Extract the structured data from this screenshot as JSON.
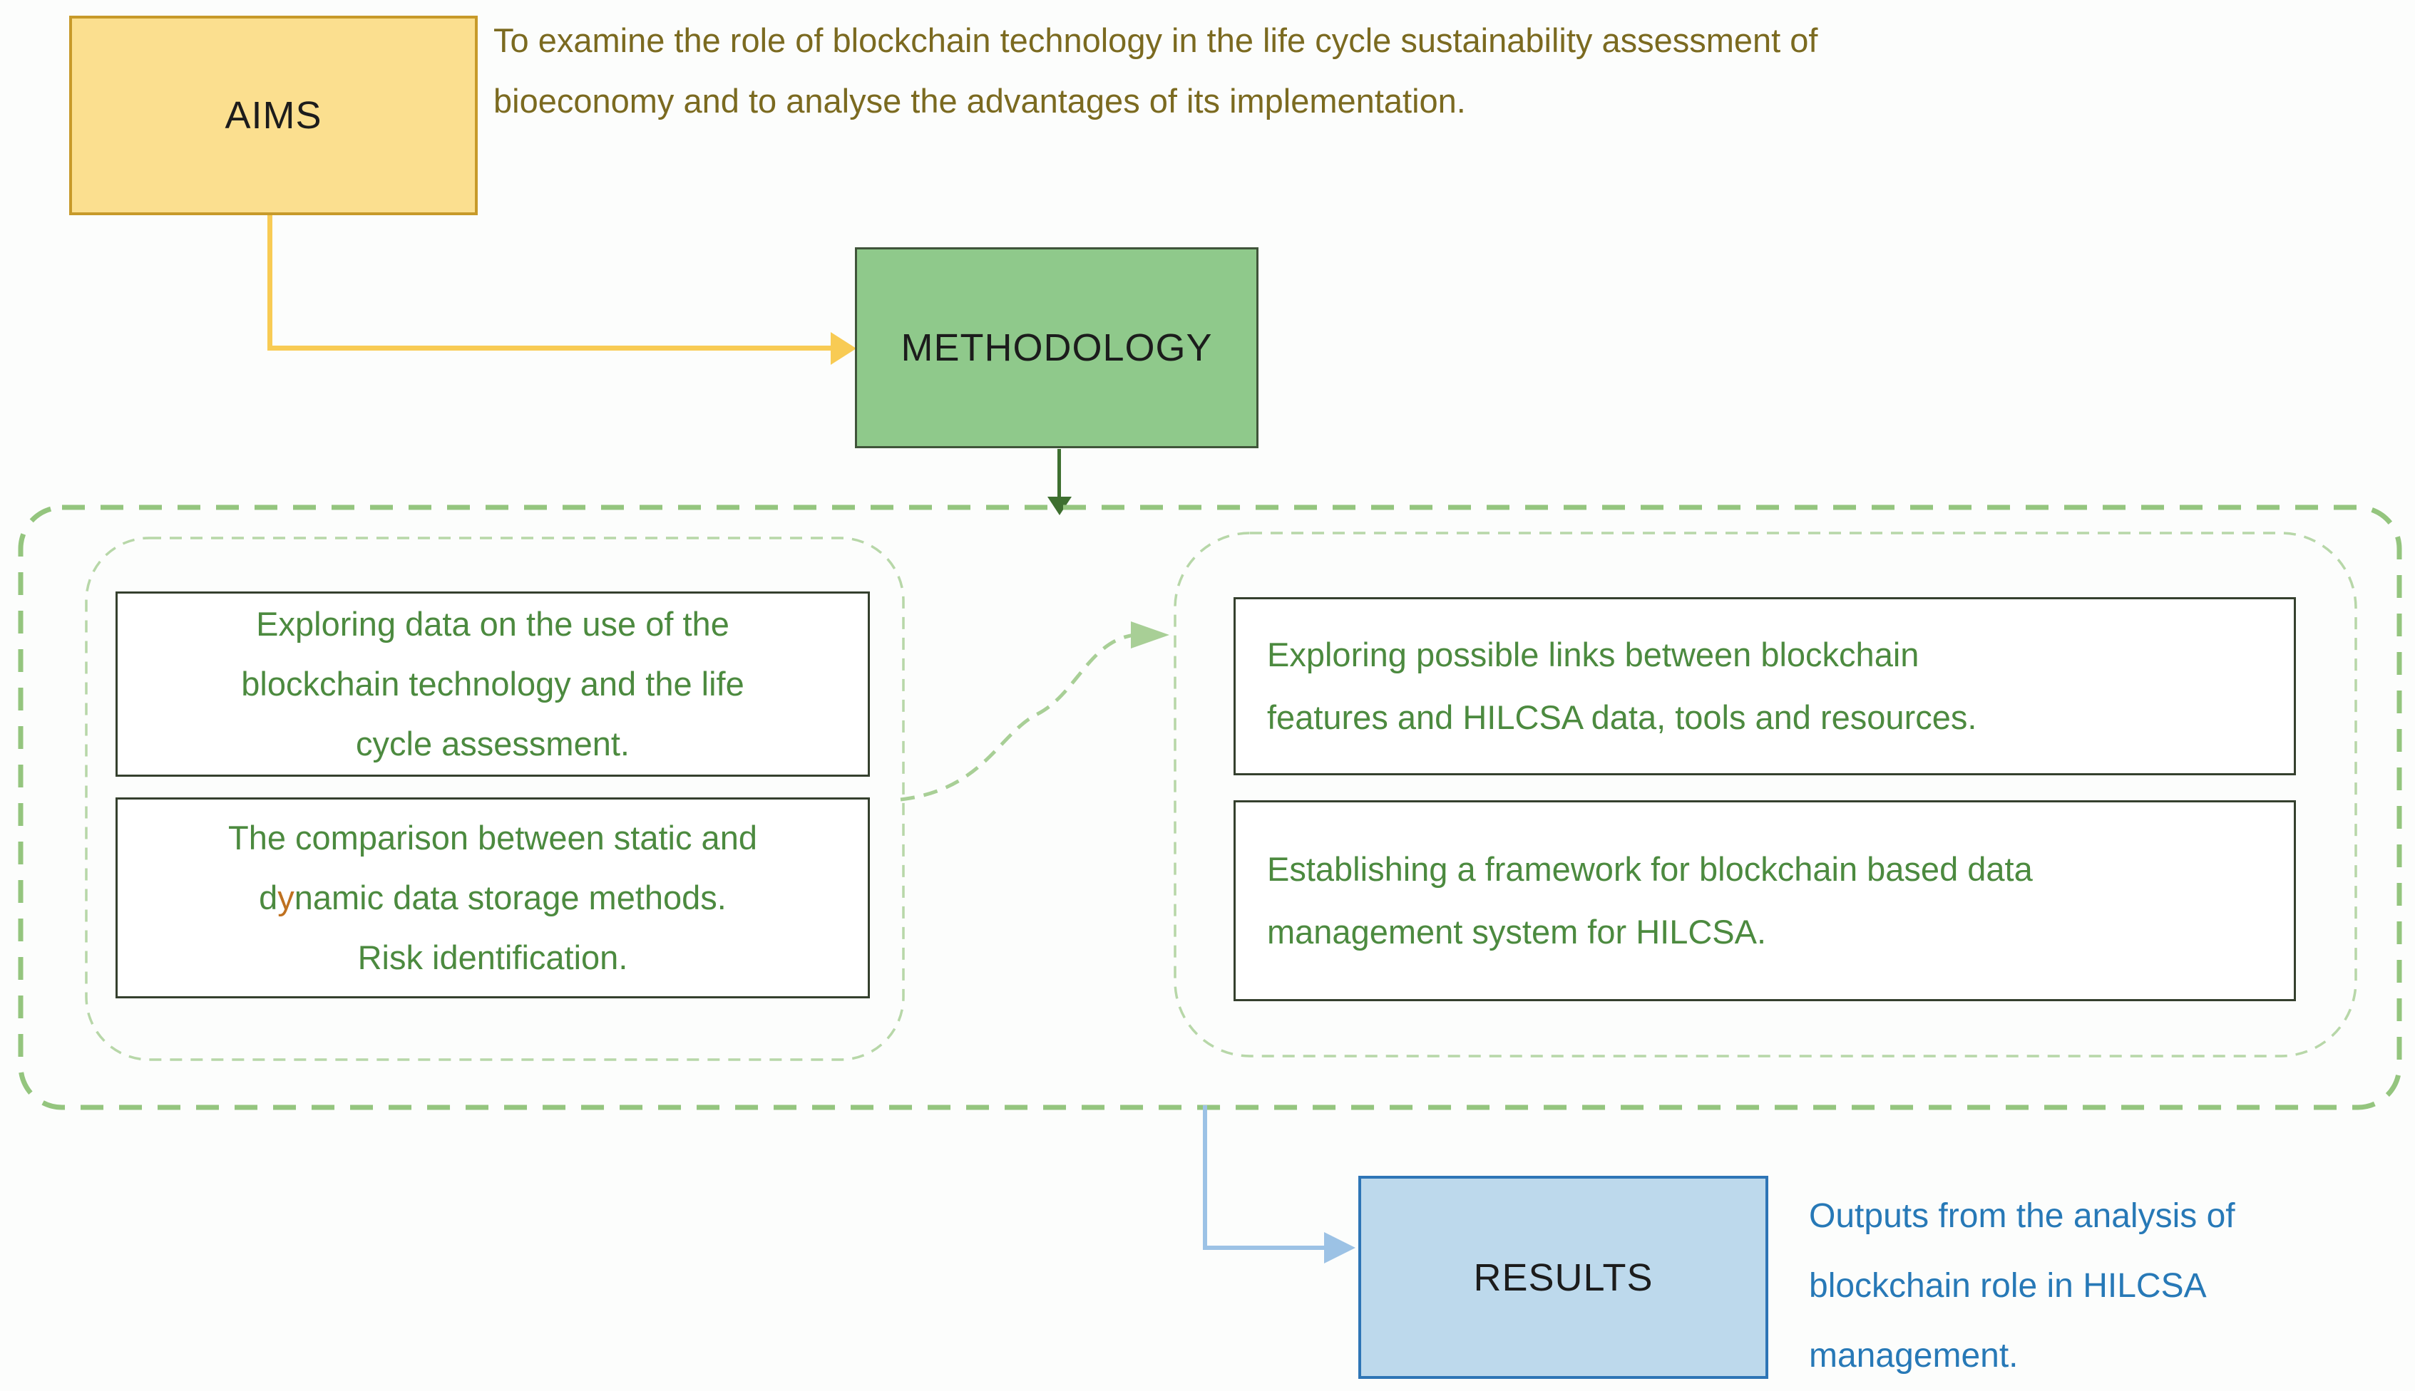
{
  "colors": {
    "aims_fill": "#fbdf8f",
    "aims_border": "#c79a2a",
    "aims_text": "#7b6a20",
    "connector_yellow": "#f8cb54",
    "methodology_fill": "#8fc98b",
    "methodology_border": "#40543a",
    "arrow_dark_green": "#3e7030",
    "outer_dash": "#94c57e",
    "group_dash": "#b7d7a8",
    "curve_dash": "#a8cf96",
    "item_border": "#35402e",
    "item_text": "#4c8a3f",
    "accent_letter": "#bf7120",
    "results_fill": "#bdd9ec",
    "results_border": "#2e75b6",
    "results_text": "#2779b7",
    "connector_blue": "#9cc2e5",
    "label_text": "#1c1c1c",
    "background": "#fcfdfc"
  },
  "aims": {
    "label": "AIMS",
    "description_lines": [
      "To examine the role of blockchain technology in the life cycle sustainability assessment of",
      "bioeconomy and to analyse the advantages of its implementation."
    ]
  },
  "methodology": {
    "label": "METHODOLOGY"
  },
  "workstreams": {
    "left": {
      "box1_lines": [
        "Exploring data on the use of the",
        "blockchain technology and the life",
        "cycle assessment."
      ],
      "box2": {
        "line1": "The comparison between static and",
        "line2_pre": "d",
        "line2_accent": "y",
        "line2_rest": "namic data storage methods.",
        "line3": "Risk identification."
      }
    },
    "right": {
      "box1_lines": [
        "Exploring possible links between blockchain",
        "features and HILCSA data, tools and resources."
      ],
      "box2_lines": [
        "Establishing a framework for blockchain based data",
        "management system for HILCSA."
      ]
    }
  },
  "results": {
    "label": "RESULTS",
    "description_lines": [
      "Outputs from the analysis of",
      "blockchain role in HILCSA",
      "management."
    ]
  }
}
